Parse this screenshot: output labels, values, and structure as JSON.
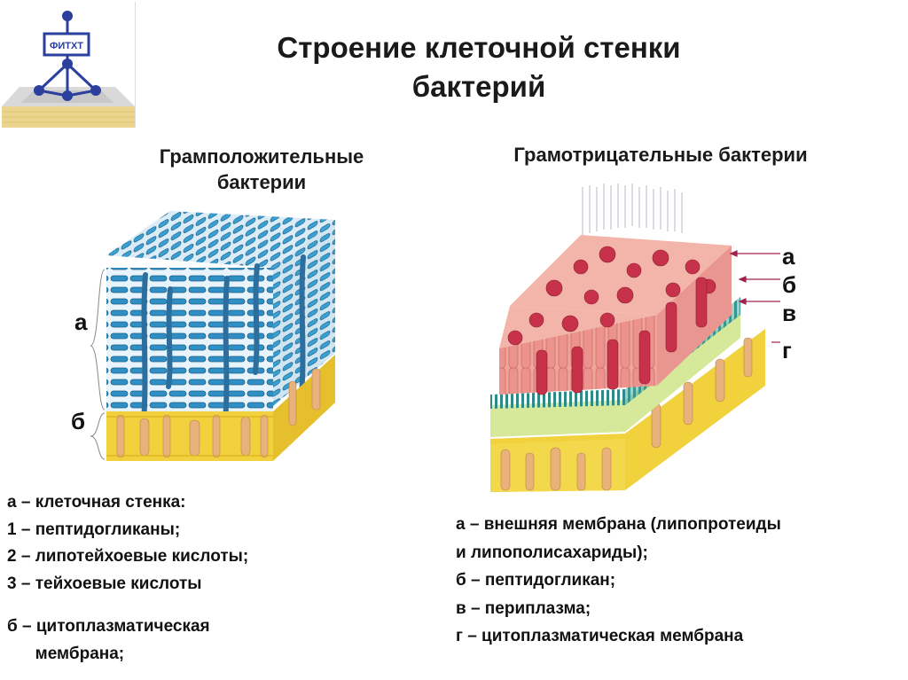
{
  "logo": {
    "text": "ФИТХТ"
  },
  "title": {
    "line1": "Строение клеточной стенки",
    "line2": "бактерий"
  },
  "gram_positive": {
    "heading": [
      "Грамположительные",
      "бактерии"
    ],
    "label_a": "а",
    "label_b": "б",
    "legend": [
      "а – клеточная стенка:",
      "1 – пептидогликаны;",
      "2 – липотейхоевые кислоты;",
      "3 – тейхоевые кислоты",
      "",
      "б – цитоплазматическая",
      "      мембрана;"
    ]
  },
  "gram_negative": {
    "heading": "Грамотрицательные бактерии",
    "labels": [
      "а",
      "б",
      "в",
      "г"
    ],
    "legend": [
      "а – внешняя мембрана (липопротеиды",
      "и липополисахариды);",
      "б – пептидогликан;",
      "в – периплазма;",
      "г – цитоплазматическая мембрана"
    ]
  },
  "colors": {
    "peptidoglycan": "#2f8fc4",
    "membrane_yellow": "#f2d23c",
    "lipid_orange": "#e9b27a",
    "outer_pink": "#f0a59a",
    "lps_red": "#c7314a",
    "periplasm_green": "#d6e89a",
    "teal": "#3fa39a"
  }
}
